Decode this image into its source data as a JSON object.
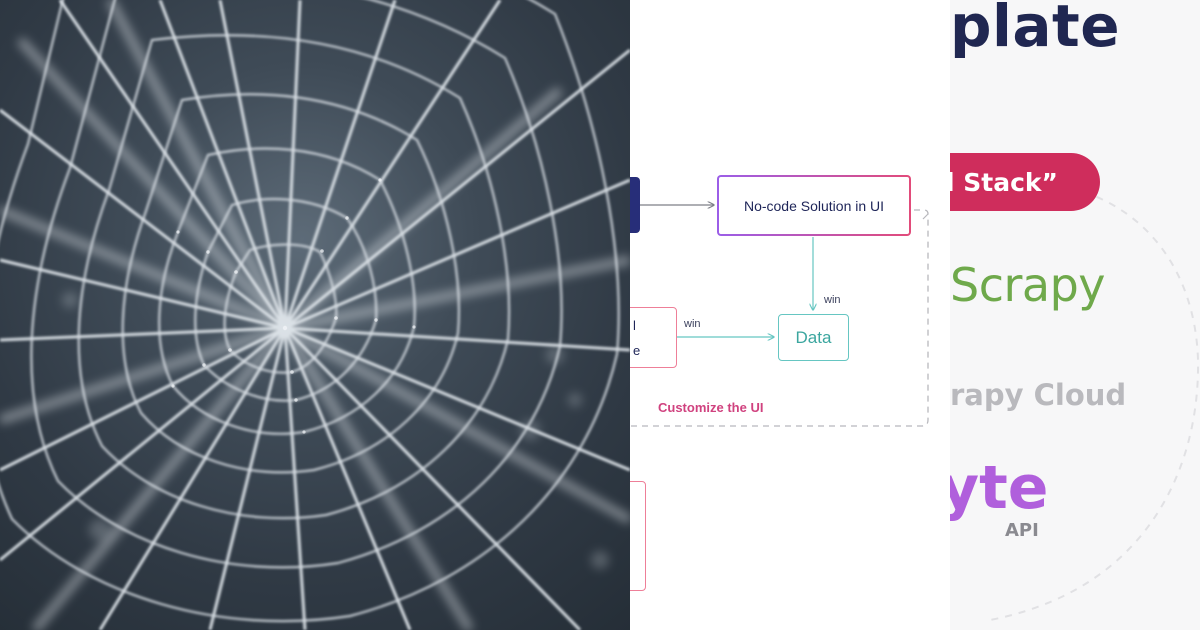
{
  "image": {
    "left_panel": {
      "subject": "spider-web-icon"
    },
    "flowchart": {
      "nodes": {
        "nocode": "No-code Solution in UI",
        "data": "Data",
        "left_mid_text_line1": "l",
        "left_mid_text_line2": "e"
      },
      "edge_labels": {
        "win_top": "win",
        "win_left": "win"
      },
      "group_label": "Customize the UI",
      "colors": {
        "nocode_border_start": "#9b5ee8",
        "nocode_border_end": "#e24b7a",
        "data_border": "#66c6c2",
        "data_text": "#3ba69f",
        "customize_text": "#d0427f",
        "dashed_group": "#b8b8bd"
      }
    },
    "logos": {
      "title_fragment": "plate",
      "stack_pill": "l Stack”",
      "scrapy": "Scrapy",
      "scrapy_cloud": "rapy Cloud",
      "zyte": "yte",
      "zyte_api": "API",
      "colors": {
        "title": "#202751",
        "pill": "#cf2d5c",
        "scrapy": "#6fa94b",
        "scrapy_cloud": "#b9b9bd",
        "zyte": "#b05fdc"
      }
    }
  }
}
